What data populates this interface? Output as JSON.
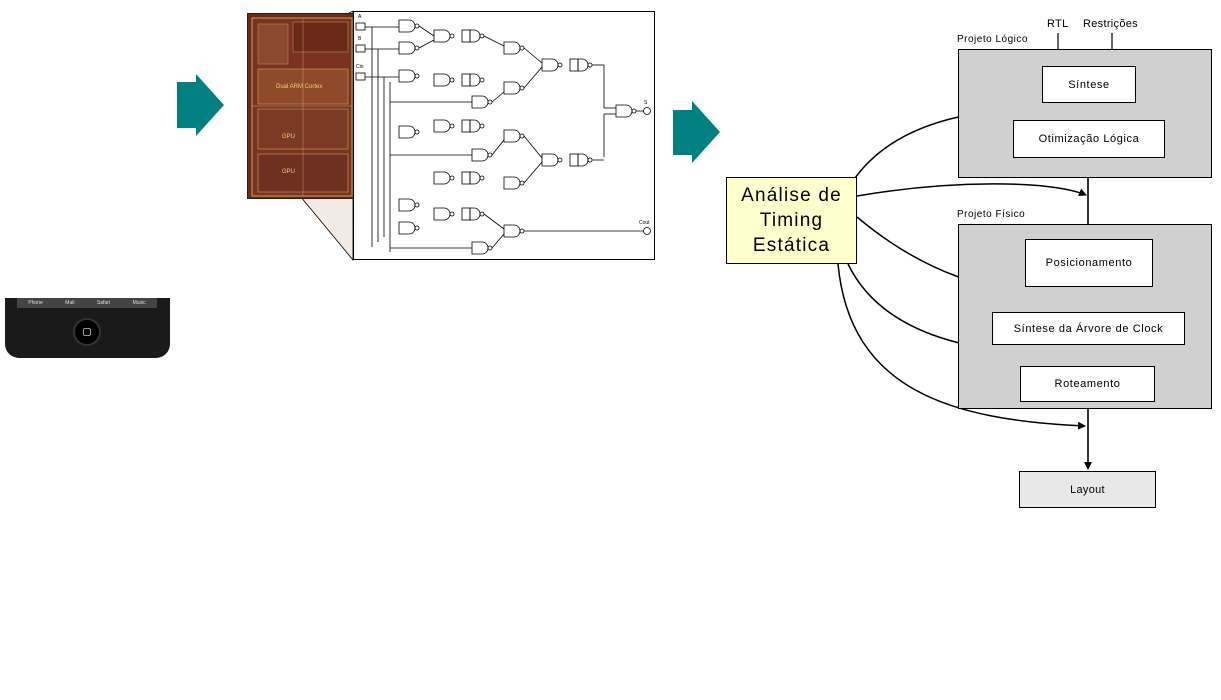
{
  "phone": {
    "dock_items": [
      "Phone",
      "Mail",
      "Safari",
      "Music"
    ]
  },
  "chip": {
    "labels": [
      "Dual ARM Cortex",
      "GPU",
      "GPU"
    ]
  },
  "schematic": {
    "inputs": [
      "A",
      "B",
      "Cin"
    ],
    "outputs": [
      "S",
      "Cout"
    ]
  },
  "sta_box": {
    "lines": [
      "Análise de",
      "Timing",
      "Estática"
    ]
  },
  "flow": {
    "inputs": [
      "RTL",
      "Restrições"
    ],
    "logic_region_label": "Projeto Lógico",
    "physical_region_label": "Projeto Físico",
    "steps": {
      "synthesis": "Síntese",
      "logic_opt": "Otimização Lógica",
      "placement": "Posicionamento",
      "cts": "Síntese da Árvore de Clock",
      "routing": "Roteamento",
      "layout": "Layout"
    }
  },
  "colors": {
    "arrow_teal": "#008080",
    "region_gray": "#d0d0d0",
    "sta_yellow": "#ffffcc",
    "layout_box": "#e8e8e8"
  }
}
